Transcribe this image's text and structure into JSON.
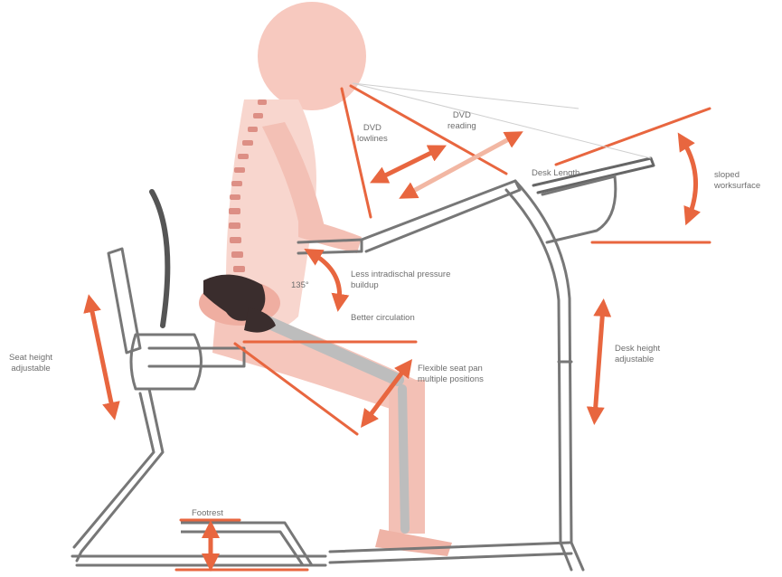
{
  "colors": {
    "accent": "#e8663f",
    "frame": "#777777",
    "skin": "#f6cdc4",
    "skin_dark": "#efaea1",
    "spine": "#dd8f85",
    "label": "#6e6e6e"
  },
  "labels": {
    "dvd_line1": {
      "line1": "DVD",
      "line2": "lowlines"
    },
    "dvd_line2": {
      "line1": "DVD",
      "line2": "reading"
    },
    "desk_length": {
      "line1": "Desk Length"
    },
    "sloped_work": {
      "line1": "sloped",
      "line2": "worksurface"
    },
    "angle": {
      "line1": "135°"
    },
    "pressure": {
      "line1": "Less intradischal pressure",
      "line2": "buildup"
    },
    "circulation": {
      "line1": "Better circulation"
    },
    "seat_height": {
      "line1": "Seat height",
      "line2": "adjustable"
    },
    "desk_height": {
      "line1": "Desk height",
      "line2": "adjustable"
    },
    "flexible_seat": {
      "line1": "Flexible seat pan",
      "line2": "multiple positions"
    },
    "footrest": {
      "line1": "Footrest"
    }
  }
}
